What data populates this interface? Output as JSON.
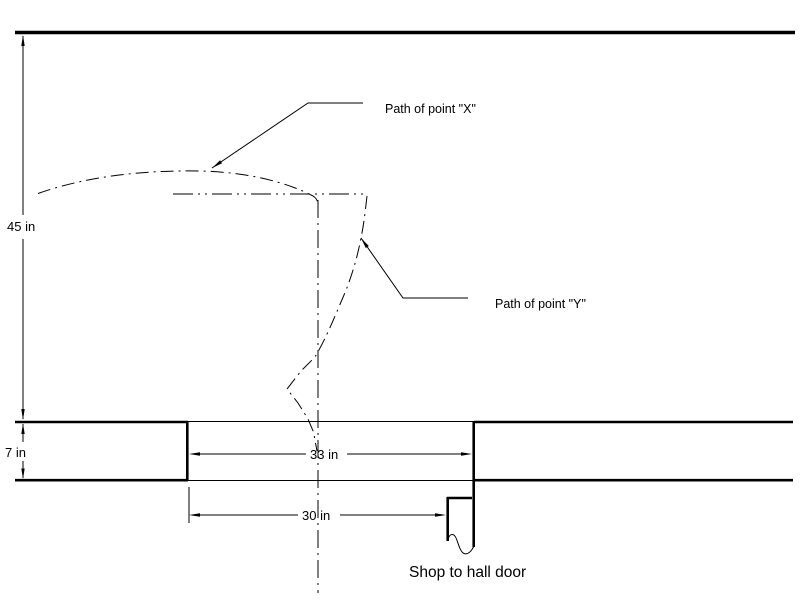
{
  "diagram": {
    "background_color": "#ffffff",
    "line_color": "#000000",
    "dimensions": {
      "ceiling_height_label": "45 in",
      "counter_thickness_label": "7 in",
      "opening_width_label": "33 in",
      "door_width_label": "30 in"
    },
    "callouts": {
      "path_x_label": "Path of point \"X\"",
      "path_y_label": "Path of point \"Y\"",
      "door_label": "Shop to hall door"
    }
  }
}
